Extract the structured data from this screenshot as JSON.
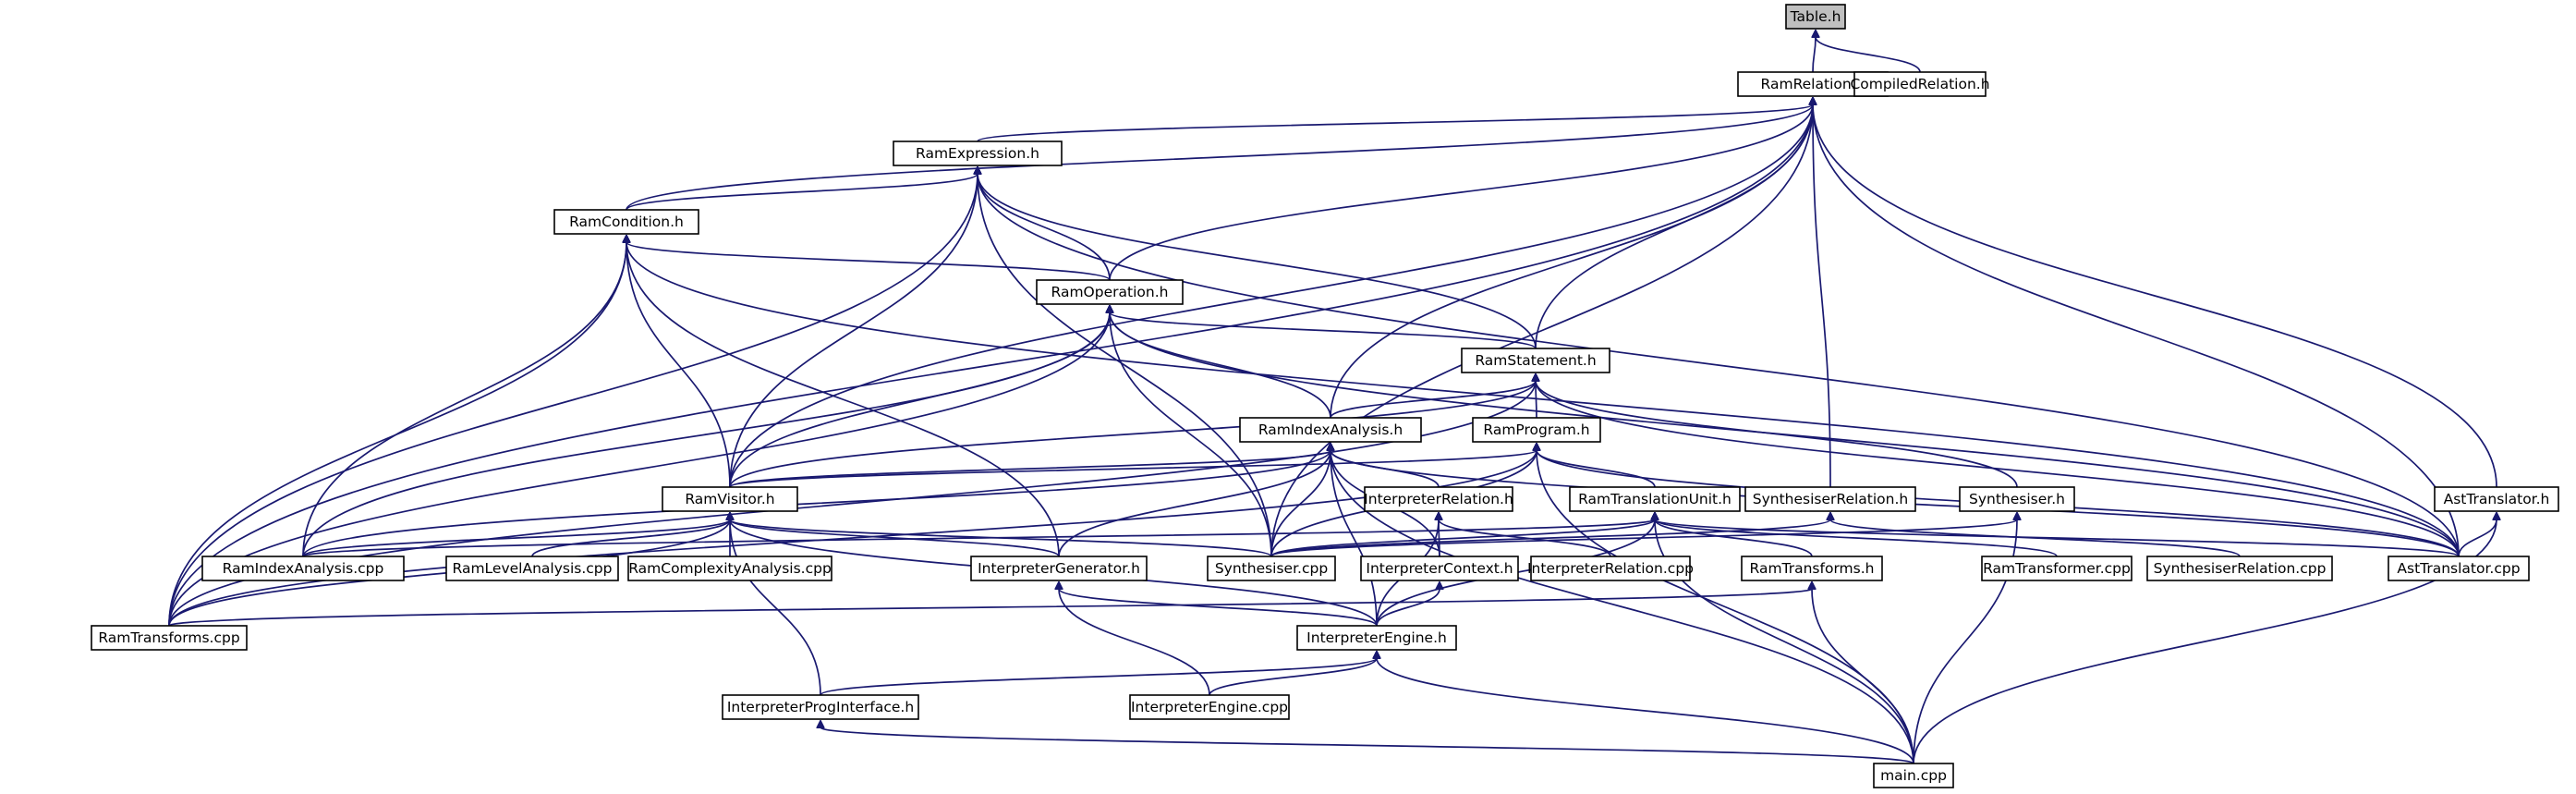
{
  "graph": {
    "root": "Table.h",
    "colors": {
      "edge": "#191970",
      "node_fill": "#ffffff",
      "root_fill": "#bfbfbf",
      "border": "#000000"
    },
    "nodes": [
      {
        "id": "table_h",
        "label": "Table.h",
        "root": true
      },
      {
        "id": "ramrelation_h",
        "label": "RamRelation.h"
      },
      {
        "id": "compiledrelation_h",
        "label": "CompiledRelation.h"
      },
      {
        "id": "ramexpression_h",
        "label": "RamExpression.h"
      },
      {
        "id": "ramcondition_h",
        "label": "RamCondition.h"
      },
      {
        "id": "ramoperation_h",
        "label": "RamOperation.h"
      },
      {
        "id": "ramstatement_h",
        "label": "RamStatement.h"
      },
      {
        "id": "ramindexanalysis_h",
        "label": "RamIndexAnalysis.h"
      },
      {
        "id": "ramprogram_h",
        "label": "RamProgram.h"
      },
      {
        "id": "ramvisitor_h",
        "label": "RamVisitor.h"
      },
      {
        "id": "interpreterrelation_h",
        "label": "InterpreterRelation.h"
      },
      {
        "id": "ramtranslationunit_h",
        "label": "RamTranslationUnit.h"
      },
      {
        "id": "synthesiserrelation_h",
        "label": "SynthesiserRelation.h"
      },
      {
        "id": "synthesiser_h",
        "label": "Synthesiser.h"
      },
      {
        "id": "asttranslator_h",
        "label": "AstTranslator.h"
      },
      {
        "id": "ramindexanalysis_cpp",
        "label": "RamIndexAnalysis.cpp"
      },
      {
        "id": "ramlevelanalysis_cpp",
        "label": "RamLevelAnalysis.cpp"
      },
      {
        "id": "ramcomplexityanalysis_cpp",
        "label": "RamComplexityAnalysis.cpp"
      },
      {
        "id": "interpretergenerator_h",
        "label": "InterpreterGenerator.h"
      },
      {
        "id": "synthesiser_cpp",
        "label": "Synthesiser.cpp"
      },
      {
        "id": "interpretercontext_h",
        "label": "InterpreterContext.h"
      },
      {
        "id": "interpreterrelation_cpp",
        "label": "InterpreterRelation.cpp"
      },
      {
        "id": "ramtransforms_h",
        "label": "RamTransforms.h"
      },
      {
        "id": "ramtransformer_cpp",
        "label": "RamTransformer.cpp"
      },
      {
        "id": "synthesiserrelation_cpp",
        "label": "SynthesiserRelation.cpp"
      },
      {
        "id": "asttranslator_cpp",
        "label": "AstTranslator.cpp"
      },
      {
        "id": "ramtransforms_cpp",
        "label": "RamTransforms.cpp"
      },
      {
        "id": "interpreterengine_h",
        "label": "InterpreterEngine.h"
      },
      {
        "id": "interpreterproginterface_h",
        "label": "InterpreterProgInterface.h"
      },
      {
        "id": "interpreterengine_cpp",
        "label": "InterpreterEngine.cpp"
      },
      {
        "id": "main_cpp",
        "label": "main.cpp"
      }
    ],
    "edges": [
      [
        "table_h",
        "ramrelation_h"
      ],
      [
        "table_h",
        "compiledrelation_h"
      ],
      [
        "ramrelation_h",
        "ramexpression_h"
      ],
      [
        "ramrelation_h",
        "ramcondition_h"
      ],
      [
        "ramrelation_h",
        "ramoperation_h"
      ],
      [
        "ramrelation_h",
        "ramstatement_h"
      ],
      [
        "ramrelation_h",
        "ramindexanalysis_h"
      ],
      [
        "ramrelation_h",
        "ramvisitor_h"
      ],
      [
        "ramrelation_h",
        "synthesiser_cpp"
      ],
      [
        "ramrelation_h",
        "synthesiserrelation_h"
      ],
      [
        "ramrelation_h",
        "asttranslator_h"
      ],
      [
        "ramrelation_h",
        "asttranslator_cpp"
      ],
      [
        "ramrelation_h",
        "ramtransforms_cpp"
      ],
      [
        "ramexpression_h",
        "ramcondition_h"
      ],
      [
        "ramexpression_h",
        "ramoperation_h"
      ],
      [
        "ramexpression_h",
        "ramstatement_h"
      ],
      [
        "ramexpression_h",
        "ramvisitor_h"
      ],
      [
        "ramexpression_h",
        "synthesiser_cpp"
      ],
      [
        "ramexpression_h",
        "asttranslator_cpp"
      ],
      [
        "ramexpression_h",
        "ramtransforms_cpp"
      ],
      [
        "ramcondition_h",
        "ramoperation_h"
      ],
      [
        "ramcondition_h",
        "ramvisitor_h"
      ],
      [
        "ramcondition_h",
        "ramindexanalysis_cpp"
      ],
      [
        "ramcondition_h",
        "interpretergenerator_h"
      ],
      [
        "ramcondition_h",
        "asttranslator_cpp"
      ],
      [
        "ramcondition_h",
        "ramtransforms_cpp"
      ],
      [
        "ramoperation_h",
        "ramstatement_h"
      ],
      [
        "ramoperation_h",
        "ramindexanalysis_h"
      ],
      [
        "ramoperation_h",
        "ramvisitor_h"
      ],
      [
        "ramoperation_h",
        "synthesiser_cpp"
      ],
      [
        "ramoperation_h",
        "ramindexanalysis_cpp"
      ],
      [
        "ramoperation_h",
        "asttranslator_cpp"
      ],
      [
        "ramoperation_h",
        "ramtransforms_cpp"
      ],
      [
        "ramstatement_h",
        "ramindexanalysis_h"
      ],
      [
        "ramstatement_h",
        "ramprogram_h"
      ],
      [
        "ramstatement_h",
        "ramvisitor_h"
      ],
      [
        "ramstatement_h",
        "synthesiser_h"
      ],
      [
        "ramstatement_h",
        "asttranslator_cpp"
      ],
      [
        "ramstatement_h",
        "ramtransforms_cpp"
      ],
      [
        "ramindexanalysis_h",
        "ramvisitor_h"
      ],
      [
        "ramindexanalysis_h",
        "interpreterrelation_h"
      ],
      [
        "ramindexanalysis_h",
        "interpretercontext_h"
      ],
      [
        "ramindexanalysis_h",
        "interpretergenerator_h"
      ],
      [
        "ramindexanalysis_h",
        "synthesiser_cpp"
      ],
      [
        "ramindexanalysis_h",
        "ramindexanalysis_cpp"
      ],
      [
        "ramindexanalysis_h",
        "interpreterengine_h"
      ],
      [
        "ramindexanalysis_h",
        "main_cpp"
      ],
      [
        "ramindexanalysis_h",
        "asttranslator_cpp"
      ],
      [
        "ramprogram_h",
        "ramvisitor_h"
      ],
      [
        "ramprogram_h",
        "ramtranslationunit_h"
      ],
      [
        "ramprogram_h",
        "synthesiser_cpp"
      ],
      [
        "ramprogram_h",
        "ramtransforms_cpp"
      ],
      [
        "ramprogram_h",
        "asttranslator_cpp"
      ],
      [
        "ramprogram_h",
        "main_cpp"
      ],
      [
        "ramvisitor_h",
        "ramindexanalysis_cpp"
      ],
      [
        "ramvisitor_h",
        "ramlevelanalysis_cpp"
      ],
      [
        "ramvisitor_h",
        "ramcomplexityanalysis_cpp"
      ],
      [
        "ramvisitor_h",
        "interpretergenerator_h"
      ],
      [
        "ramvisitor_h",
        "synthesiser_cpp"
      ],
      [
        "ramvisitor_h",
        "interpreterengine_h"
      ],
      [
        "ramvisitor_h",
        "interpreterproginterface_h"
      ],
      [
        "ramvisitor_h",
        "ramtransforms_cpp"
      ],
      [
        "interpreterrelation_h",
        "interpretercontext_h"
      ],
      [
        "interpreterrelation_h",
        "interpreterrelation_cpp"
      ],
      [
        "interpreterrelation_h",
        "interpreterengine_h"
      ],
      [
        "ramtranslationunit_h",
        "synthesiser_cpp"
      ],
      [
        "ramtranslationunit_h",
        "ramtransforms_h"
      ],
      [
        "ramtranslationunit_h",
        "ramtransformer_cpp"
      ],
      [
        "ramtranslationunit_h",
        "interpreterengine_h"
      ],
      [
        "ramtranslationunit_h",
        "main_cpp"
      ],
      [
        "ramtranslationunit_h",
        "asttranslator_cpp"
      ],
      [
        "ramtranslationunit_h",
        "ramindexanalysis_cpp"
      ],
      [
        "synthesiserrelation_h",
        "synthesiser_cpp"
      ],
      [
        "synthesiserrelation_h",
        "synthesiserrelation_cpp"
      ],
      [
        "synthesiser_h",
        "synthesiser_cpp"
      ],
      [
        "synthesiser_h",
        "main_cpp"
      ],
      [
        "asttranslator_h",
        "asttranslator_cpp"
      ],
      [
        "asttranslator_h",
        "main_cpp"
      ],
      [
        "interpretergenerator_h",
        "interpreterengine_h"
      ],
      [
        "interpretergenerator_h",
        "interpreterengine_cpp"
      ],
      [
        "interpretercontext_h",
        "interpreterengine_h"
      ],
      [
        "ramtransforms_h",
        "ramtransforms_cpp"
      ],
      [
        "ramtransforms_h",
        "main_cpp"
      ],
      [
        "interpreterengine_h",
        "interpreterproginterface_h"
      ],
      [
        "interpreterengine_h",
        "interpreterengine_cpp"
      ],
      [
        "interpreterengine_h",
        "main_cpp"
      ],
      [
        "interpreterproginterface_h",
        "main_cpp"
      ]
    ]
  }
}
